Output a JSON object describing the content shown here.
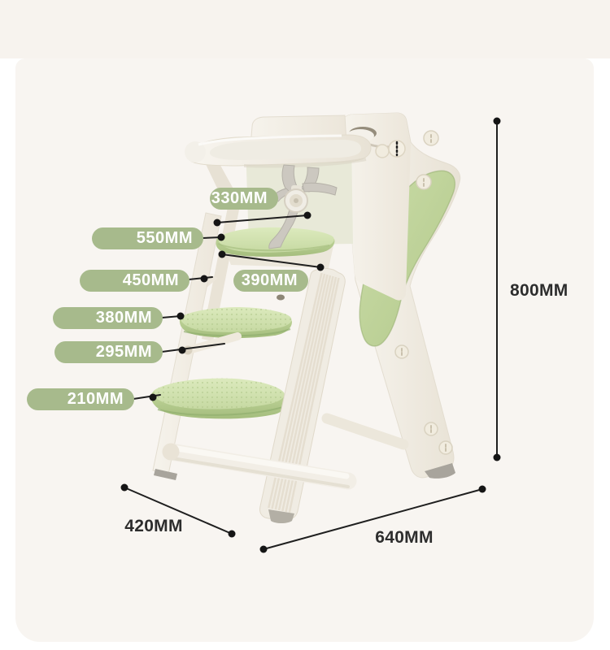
{
  "labels": {
    "m330": "330MM",
    "m550": "550MM",
    "m450": "450MM",
    "m390": "390MM",
    "m380": "380MM",
    "m295": "295MM",
    "m210": "210MM",
    "d420": "420MM",
    "d640": "640MM",
    "d800": "800MM"
  },
  "colors": {
    "pill_green": "#a7ba8c",
    "annotation_black": "#1f1f1f",
    "band_beige": "#f7f3ee",
    "card_beige": "#f8f5f1",
    "chair_cream": "#f2efe8",
    "chair_cream_shadow": "#e2dbcd",
    "step_green_top": "#d5e4b4",
    "step_green_face": "#b7cd90",
    "panel_inset_green": "#c3d69e",
    "harness_grey": "#ccc8c0"
  }
}
